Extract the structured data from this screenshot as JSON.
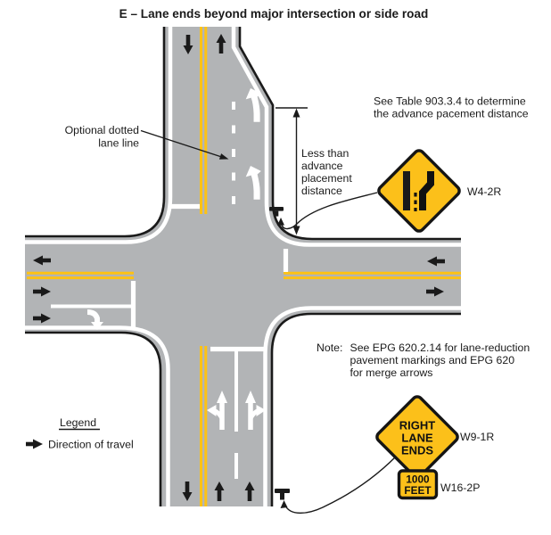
{
  "title": "E – Lane ends beyond major intersection or side road",
  "annotations": {
    "optional_dotted_lane_line": [
      "Optional dotted",
      "lane line"
    ],
    "advance_placement_table": [
      "See Table 903.3.4 to determine",
      "the advance pacement distance"
    ],
    "less_than_advance": [
      "Less than",
      "advance",
      "placement",
      "distance"
    ],
    "note_label": "Note:",
    "note_lines": [
      "See EPG 620.2.14 for lane-reduction",
      "pavement markings and EPG 620",
      "for merge arrows"
    ]
  },
  "signs": {
    "w4_2r": {
      "code": "W4-2R",
      "symbol": "lane-ends-merge-left-symbol"
    },
    "w9_1r": {
      "code": "W9-1R",
      "legend": [
        "RIGHT",
        "LANE",
        "ENDS"
      ]
    },
    "w16_2p": {
      "code": "W16-2P",
      "legend": [
        "1000",
        "FEET"
      ]
    }
  },
  "legend": {
    "heading": "Legend",
    "direction_label": "Direction of travel"
  },
  "colors": {
    "road_gray": "#b2b4b6",
    "centerline_yellow": "#fdc215",
    "sign_yellow": "#fcc01a",
    "marking_white": "#ffffff",
    "ink_black": "#1a1a1a"
  }
}
